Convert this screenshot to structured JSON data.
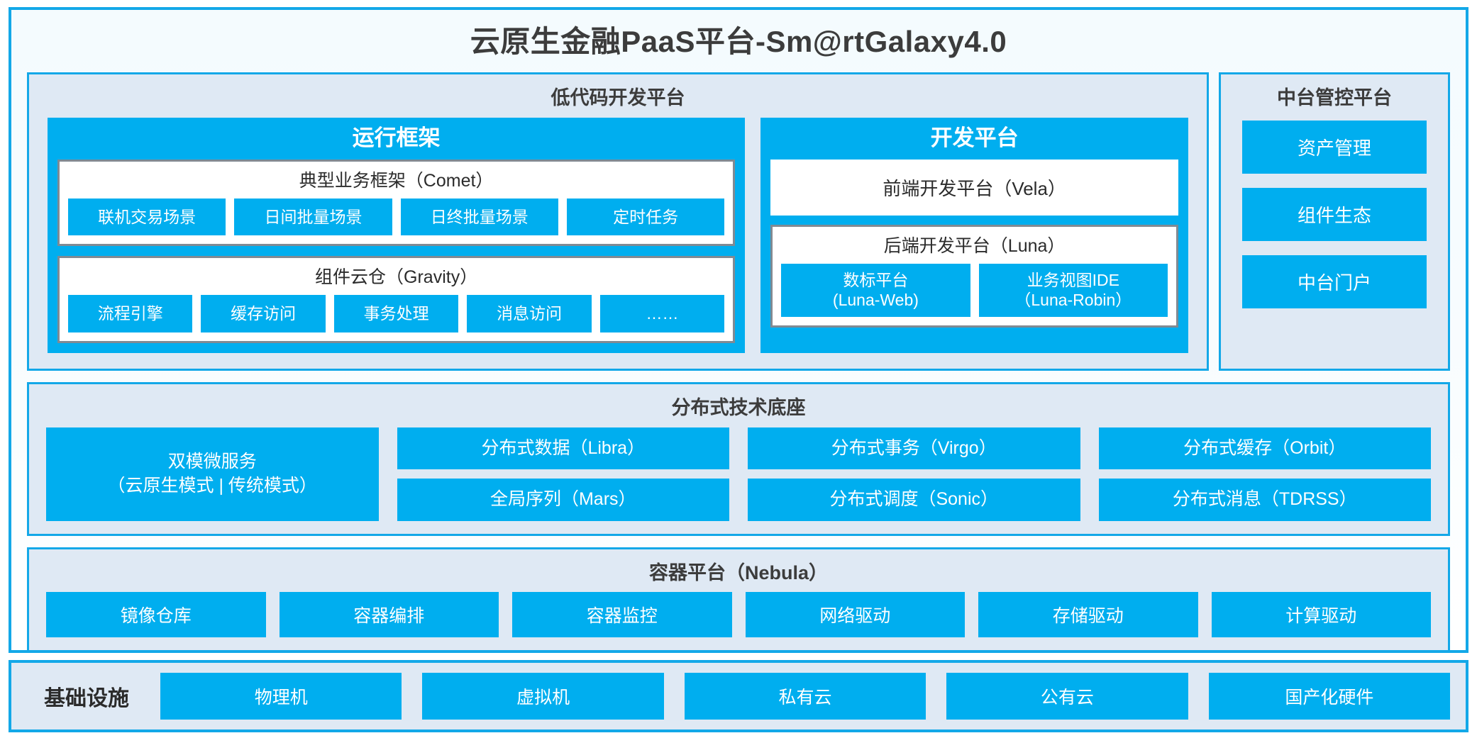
{
  "title": "云原生金融PaaS平台-Sm@rtGalaxy4.0",
  "colors": {
    "accent": "#00aeef",
    "frame_border": "#13a8e8",
    "panel_bg": "#dfe9f4",
    "inner_border": "#808a93",
    "text": "#2b2b2b"
  },
  "lowcode": {
    "title": "低代码开发平台",
    "runtime": {
      "title": "运行框架",
      "comet": {
        "title": "典型业务框架（Comet）",
        "items": [
          "联机交易场景",
          "日间批量场景",
          "日终批量场景",
          "定时任务"
        ]
      },
      "gravity": {
        "title": "组件云仓（Gravity）",
        "items": [
          "流程引擎",
          "缓存访问",
          "事务处理",
          "消息访问",
          "……"
        ]
      }
    },
    "devplatform": {
      "title": "开发平台",
      "frontend": "前端开发平台（Vela）",
      "backend": {
        "title": "后端开发平台（Luna）",
        "items": [
          {
            "name": "数标平台",
            "code": "(Luna-Web)"
          },
          {
            "name": "业务视图IDE",
            "code": "（Luna-Robin）"
          }
        ]
      }
    }
  },
  "console": {
    "title": "中台管控平台",
    "items": [
      "资产管理",
      "组件生态",
      "中台门户"
    ]
  },
  "techbase": {
    "title": "分布式技术底座",
    "microservice": {
      "line1": "双模微服务",
      "line2": "（云原生模式 | 传统模式）"
    },
    "columns": [
      [
        "分布式数据（Libra）",
        "全局序列（Mars）"
      ],
      [
        "分布式事务（Virgo）",
        "分布式调度（Sonic）"
      ],
      [
        "分布式缓存（Orbit）",
        "分布式消息（TDRSS）"
      ]
    ]
  },
  "containerplatform": {
    "title": "容器平台（Nebula）",
    "items": [
      "镜像仓库",
      "容器编排",
      "容器监控",
      "网络驱动",
      "存储驱动",
      "计算驱动"
    ]
  },
  "infrastructure": {
    "label": "基础设施",
    "items": [
      "物理机",
      "虚拟机",
      "私有云",
      "公有云",
      "国产化硬件"
    ]
  }
}
